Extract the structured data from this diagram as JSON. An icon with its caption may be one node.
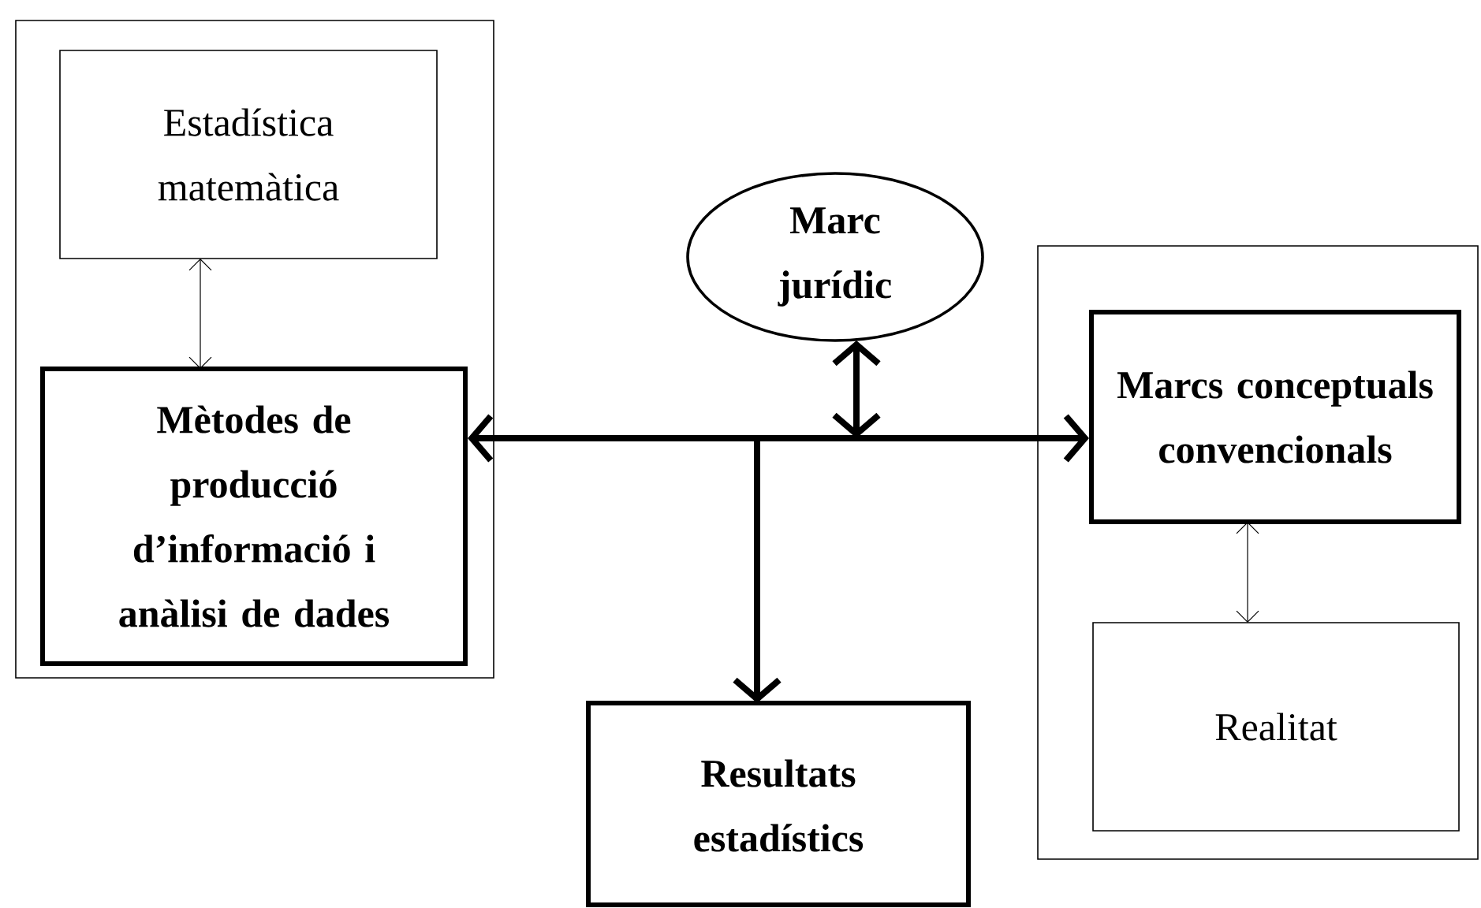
{
  "diagram": {
    "nodes": [
      {
        "text": [],
        "shape": "box"
      },
      {
        "text": [
          "Estadística matemàtica"
        ],
        "in": 0
      },
      {
        "text": [
          "Mètodes de producció d’informació i anàlisi de dades"
        ],
        "in": 0
      },
      {
        "text": [
          "Marc jurídic"
        ]
      },
      {
        "text": [],
        "shape": "box"
      },
      {
        "text": [
          "Marcs conceptuals convencionals"
        ],
        "in": 4
      },
      {
        "text": [
          "Realitat"
        ],
        "in": 4
      },
      {
        "text": [
          "Resultats estadístics"
        ]
      }
    ],
    "edges": [
      {
        "from": 1,
        "to": 2,
        "arrow": "both"
      },
      {
        "from": 2,
        "to": 5,
        "arrow": "both"
      },
      {
        "from": 3,
        "to": null,
        "arrow": "both"
      },
      {
        "from": null,
        "to": 7,
        "arrow": "to"
      },
      {
        "from": 5,
        "to": 6,
        "arrow": "both"
      }
    ]
  }
}
